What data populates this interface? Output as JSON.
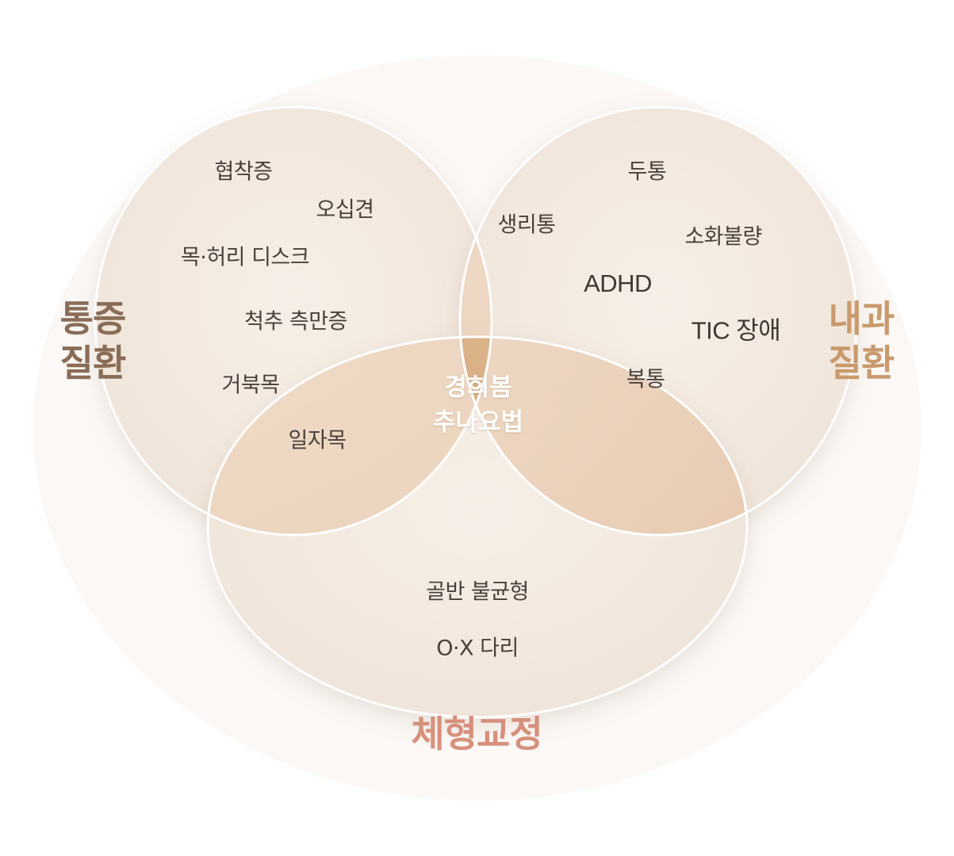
{
  "colors": {
    "title_left": "#8a6d57",
    "title_right": "#c99a6d",
    "title_bottom": "#d6907c",
    "circle_fill": "#f2e7dc",
    "overlap_fill": "#e3c4a3",
    "center_fill": "#d4a57a",
    "circle_stroke": "#ffffff"
  },
  "groups": {
    "left": {
      "line1": "통증",
      "line2": "질환"
    },
    "right": {
      "line1": "내과",
      "line2": "질환"
    },
    "bottom": {
      "title": "체형교정"
    },
    "center": {
      "line1": "경희봄",
      "line2": "추나요법"
    }
  },
  "items": {
    "left": [
      "협착증",
      "오십견",
      "목·허리 디스크",
      "척추 측만증",
      "거북목"
    ],
    "right": [
      "두통",
      "소화불량",
      "ADHD",
      "TIC 장애"
    ],
    "left_right": "생리통",
    "left_bottom": "일자목",
    "right_bottom": "복통",
    "bottom": [
      "골반 불균형",
      "O·X 다리"
    ]
  }
}
